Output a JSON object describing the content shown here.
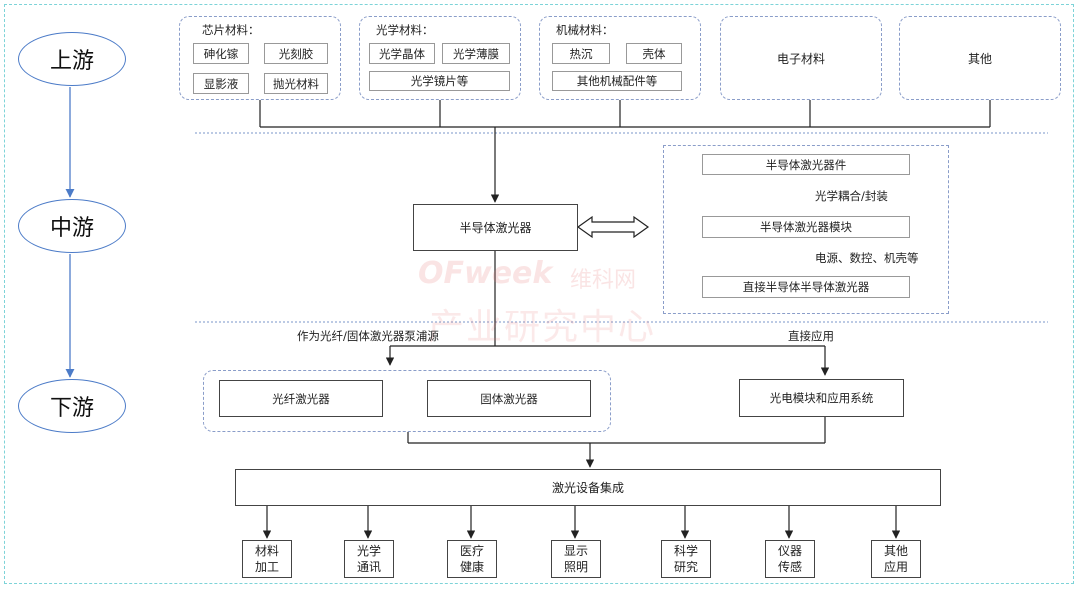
{
  "stages": {
    "upstream": "上游",
    "midstream": "中游",
    "downstream": "下游"
  },
  "upstream": {
    "chip": {
      "title": "芯片材料：",
      "items": [
        "砷化镓",
        "光刻胶",
        "显影液",
        "抛光材料"
      ]
    },
    "optical": {
      "title": "光学材料：",
      "items": [
        "光学晶体",
        "光学薄膜",
        "光学镜片等"
      ]
    },
    "mechanical": {
      "title": "机械材料：",
      "items": [
        "热沉",
        "壳体",
        "其他机械配件等"
      ]
    },
    "electronic": "电子材料",
    "other": "其他"
  },
  "midstream": {
    "laser": "半导体激光器",
    "chain": {
      "device": "半导体激光器件",
      "step1": "光学耦合/封装",
      "module": "半导体激光器模块",
      "step2": "电源、数控、机壳等",
      "direct": "直接半导体半导体激光器"
    }
  },
  "downstream": {
    "pump_label": "作为光纤/固体激光器泵浦源",
    "direct_label": "直接应用",
    "fiber": "光纤激光器",
    "solid": "固体激光器",
    "optoelectronic": "光电模块和应用系统",
    "integration": "激光设备集成",
    "apps": [
      {
        "line1": "材料",
        "line2": "加工"
      },
      {
        "line1": "光学",
        "line2": "通讯"
      },
      {
        "line1": "医疗",
        "line2": "健康"
      },
      {
        "line1": "显示",
        "line2": "照明"
      },
      {
        "line1": "科学",
        "line2": "研究"
      },
      {
        "line1": "仪器",
        "line2": "传感"
      },
      {
        "line1": "其他",
        "line2": "应用"
      }
    ]
  },
  "watermark": {
    "brand": "OFweek",
    "brand_cn": "维科网",
    "center": "产业研究中心"
  }
}
